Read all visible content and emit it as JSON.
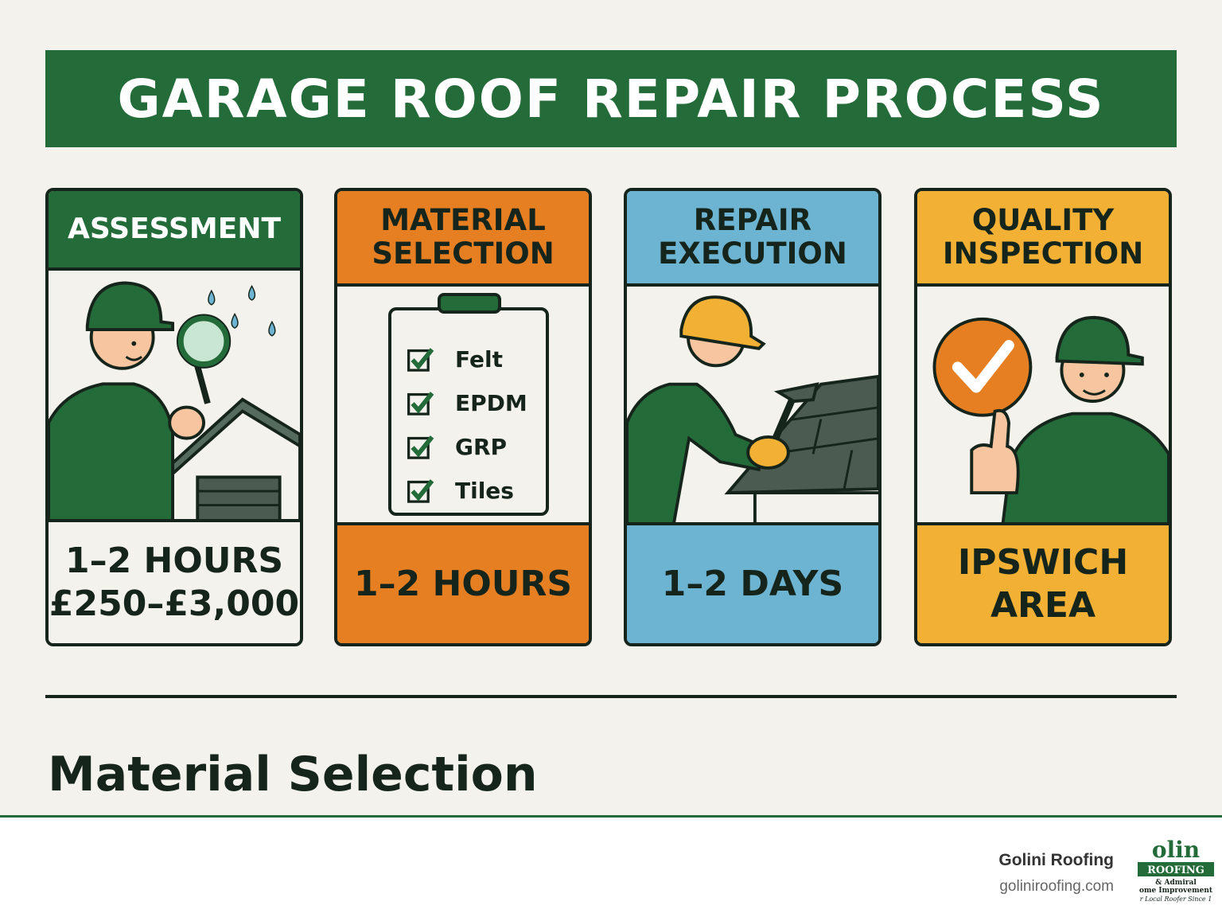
{
  "header": {
    "title": "GARAGE ROOF REPAIR PROCESS"
  },
  "steps": [
    {
      "title": "ASSESSMENT",
      "detail_1": "1–2 HOURS",
      "detail_2": "£250–£3,000",
      "color": "#246b3a"
    },
    {
      "title_1": "MATERIAL",
      "title_2": "SELECTION",
      "detail_1": "1–2 HOURS",
      "color": "#e67e22",
      "checklist": [
        "Felt",
        "EPDM",
        "GRP",
        "Tiles"
      ]
    },
    {
      "title_1": "REPAIR",
      "title_2": "EXECUTION",
      "detail_1": "1–2 DAYS",
      "color": "#6cb4d2"
    },
    {
      "title_1": "QUALITY",
      "title_2": "INSPECTION",
      "detail_1": "IPSWICH",
      "detail_2": "AREA",
      "color": "#f2b134"
    }
  ],
  "section": {
    "title": "Material Selection"
  },
  "footer": {
    "brand_name": "Golini Roofing",
    "brand_url": "goliniroofing.com",
    "logo_text_1": "olin",
    "logo_text_2": "ROOFING",
    "logo_text_3": "& Admiral",
    "logo_text_4": "ome Improvement",
    "logo_text_5": "r Local Roofer Since 1"
  },
  "colors": {
    "green": "#246b3a",
    "dark": "#16251c",
    "background": "#f4f2ec"
  }
}
